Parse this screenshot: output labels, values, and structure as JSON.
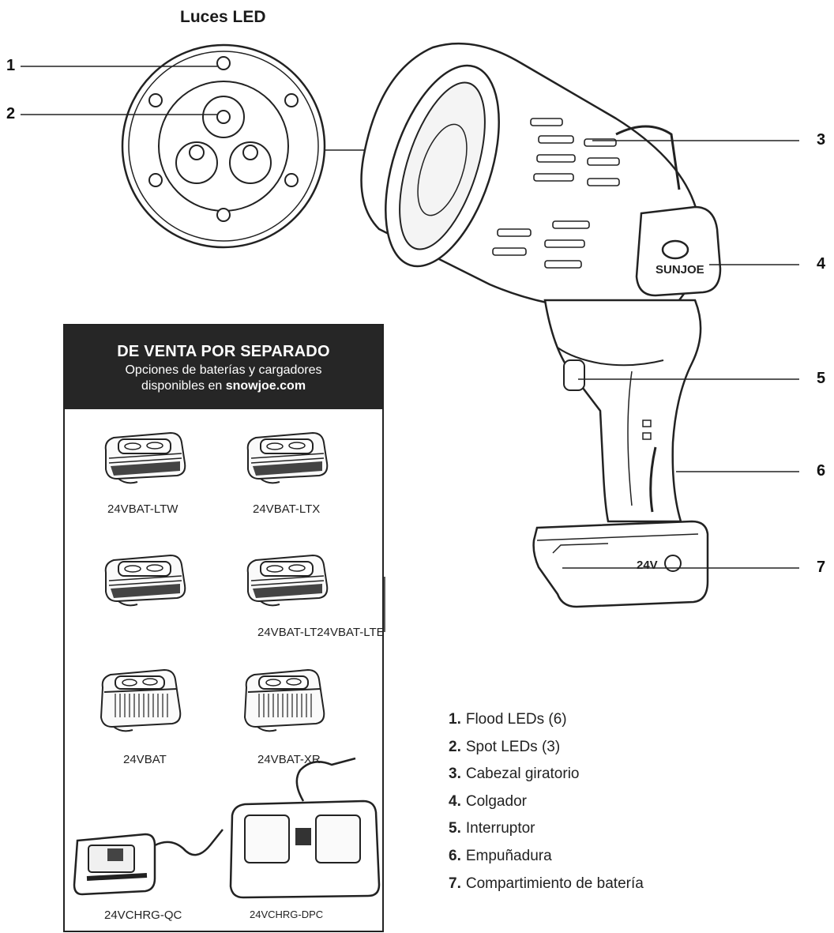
{
  "led_view": {
    "title": "Luces LED"
  },
  "callouts": [
    "1",
    "2",
    "3",
    "4",
    "5",
    "6",
    "7"
  ],
  "product_brand_mark": "SUNJOE",
  "base_mark": "24V",
  "sold_separately": {
    "heading": "DE VENTA POR SEPARADO",
    "line1": "Opciones de baterías y cargadores",
    "line2_prefix": "disponibles en ",
    "line2_site": "snowjoe.com",
    "items": [
      {
        "label": "24VBAT-LTW"
      },
      {
        "label": "24VBAT-LTX"
      },
      {
        "label": "24VBAT-LT24VBAT-LTE"
      },
      {
        "label": "24VBAT"
      },
      {
        "label": "24VBAT-XR"
      },
      {
        "label": "24VCHRG-QC"
      },
      {
        "label": "24VCHRG-DPC"
      }
    ]
  },
  "legend": [
    {
      "num": "1.",
      "text": "Flood LEDs (6)"
    },
    {
      "num": "2.",
      "text": "Spot LEDs (3)"
    },
    {
      "num": "3.",
      "text": "Cabezal giratorio"
    },
    {
      "num": "4.",
      "text": "Colgador"
    },
    {
      "num": "5.",
      "text": "Interruptor"
    },
    {
      "num": "6.",
      "text": "Empuñadura"
    },
    {
      "num": "7.",
      "text": "Compartimiento de batería"
    }
  ]
}
